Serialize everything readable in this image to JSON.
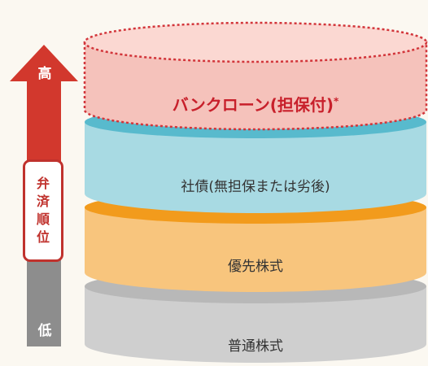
{
  "arrow": {
    "top_label": "高",
    "middle_label_chars": [
      "弁",
      "済",
      "順",
      "位"
    ],
    "bottom_label": "低"
  },
  "layers": [
    {
      "label": "バンクローン(担保付)",
      "note_mark": "*",
      "color": "#f3b5ad",
      "edge_color": "#d2353a",
      "dashed": true
    },
    {
      "label": "社債(無担保または劣後)",
      "color": "#9fd6df",
      "dashed": false
    },
    {
      "label": "優先株式",
      "color": "#f7bd71",
      "dashed": false
    },
    {
      "label": "普通株式",
      "color": "#c9c9c9",
      "dashed": false
    }
  ],
  "colors": {
    "arrow_red": "#d2382d",
    "arrow_gray": "#8a8a8a",
    "top_face_blue": "#55b8cb",
    "top_face_orange": "#f09a1a",
    "top_face_gray": "#b5b5b5"
  }
}
